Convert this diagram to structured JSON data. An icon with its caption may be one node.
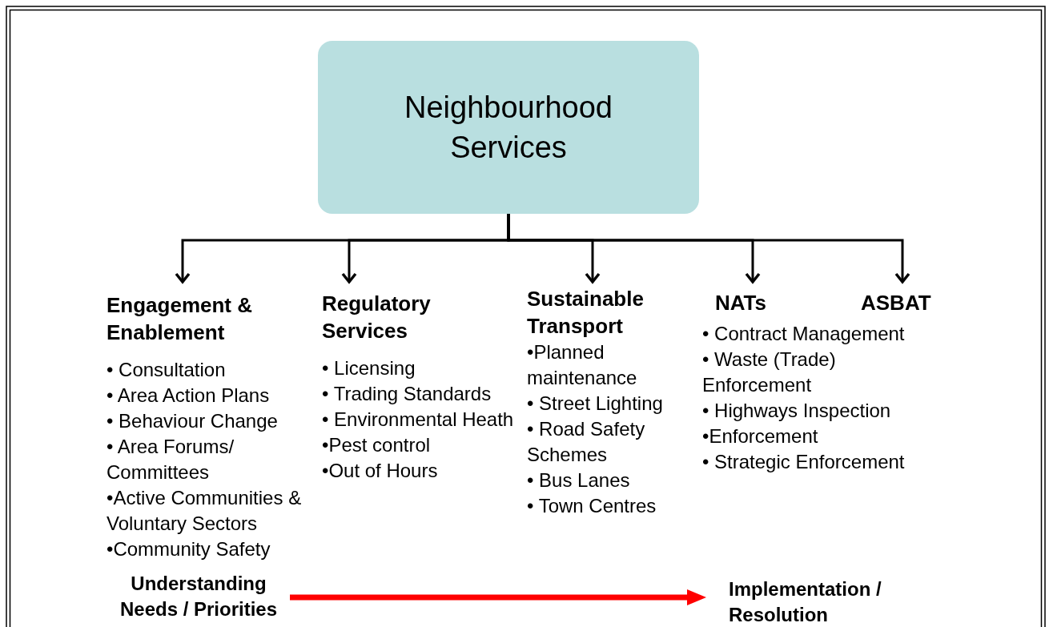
{
  "diagram": {
    "nodes": [
      {
        "text": [
          "Neighbourhood Services"
        ]
      },
      {
        "text": [
          "Engagement & Enablement",
          "• Consultation",
          "• Area Action Plans",
          "• Behaviour Change",
          "• Area Forums/ Committees",
          "•Active Communities & Voluntary Sectors",
          "•Community Safety"
        ]
      },
      {
        "text": [
          "Regulatory Services",
          "• Licensing",
          "• Trading Standards",
          "• Environmental Heath",
          "•Pest control",
          "•Out of Hours"
        ]
      },
      {
        "text": [
          "Sustainable Transport",
          "•Planned maintenance",
          "• Street Lighting",
          "• Road Safety Schemes",
          "• Bus Lanes",
          "• Town Centres"
        ]
      },
      {
        "text": [
          "NATs",
          "• Contract Management",
          "• Waste (Trade) Enforcement",
          "• Highways Inspection",
          "•Enforcement",
          "• Strategic Enforcement"
        ]
      },
      {
        "text": [
          "ASBAT"
        ]
      },
      {
        "text": [
          "Understanding Needs / Priorities"
        ]
      },
      {
        "text": [
          "Implementation / Resolution"
        ]
      }
    ],
    "edges": [
      {
        "from": 0,
        "to": 1,
        "arrow": "to"
      },
      {
        "from": 0,
        "to": 2,
        "arrow": "to"
      },
      {
        "from": 0,
        "to": 3,
        "arrow": "to"
      },
      {
        "from": 0,
        "to": 4,
        "arrow": "to"
      },
      {
        "from": 0,
        "to": 5,
        "arrow": "to"
      },
      {
        "from": 6,
        "to": 7,
        "arrow": "to",
        "style": "thick",
        "color": "#ff0000"
      }
    ]
  }
}
